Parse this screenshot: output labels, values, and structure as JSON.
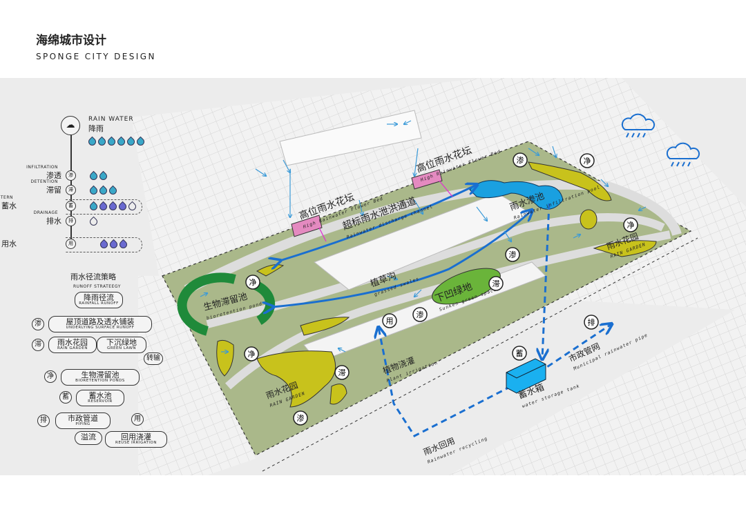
{
  "title": {
    "cn": "海绵城市设计",
    "en": "SPONGE CITY DESIGN"
  },
  "colors": {
    "water_blue": "#1a8ad4",
    "pool_cyan": "#1aa0e0",
    "rain_garden": "#c8c21c",
    "bio_pond": "#1f8a3a",
    "sunken_green": "#6ab43a",
    "flower_bed": "#e48ac0",
    "site_green": "#aab88a"
  },
  "legend": {
    "rain": {
      "en": "RAIN WATER",
      "cn": "降雨",
      "drops": 6
    },
    "items": [
      {
        "en": "INFILTRATION",
        "cn": "渗透",
        "tag": "渗",
        "drops": 2
      },
      {
        "en": "DETENTION",
        "cn": "滞留",
        "tag": "滞",
        "drops": 3
      },
      {
        "en": "CISTERN",
        "cn": "蓄水",
        "tag": "蓄",
        "drops": 5
      },
      {
        "en": "DRAINAGE",
        "cn": "排水",
        "tag": "排",
        "drops": 1
      },
      {
        "en": "",
        "cn": "用水",
        "tag": "用",
        "drops": 3
      }
    ]
  },
  "strategy": {
    "title_cn": "雨水径流策略",
    "title_en": "RUNOFF STRATEEGY",
    "nodes": [
      {
        "cn": "降雨径流",
        "en": "RAINFALL RUNOFF"
      },
      {
        "cn": "屋顶道路及透水铺装",
        "en": "UNDERLYING SURFACE RUNOFF"
      },
      {
        "cn": "雨水花园",
        "en": "RAIN GARDEN"
      },
      {
        "cn": "下沉绿地",
        "en": "GREEN LAWN"
      },
      {
        "cn": "生物滞留池",
        "en": "BIORETENTION PONDS"
      },
      {
        "cn": "蓄水池",
        "en": "RESERVOIR"
      },
      {
        "cn": "市政管道",
        "en": "PIPING"
      },
      {
        "cn": "溢流",
        "en": ""
      },
      {
        "cn": "回用浇灌",
        "en": "REUSE IRRIGATION"
      }
    ],
    "tags": [
      "渗",
      "滞",
      "净",
      "蓄",
      "排",
      "用"
    ],
    "transfer": "转输"
  },
  "map": {
    "labels": [
      {
        "cn": "高位雨水花坛",
        "en": "High Rainwater Flower Bed"
      },
      {
        "cn": "高位雨水花坛",
        "en": "High Rainwater Flower Bed"
      },
      {
        "cn": "超标雨水泄洪通道",
        "en": "Rainwater discharge channel"
      },
      {
        "cn": "雨水渗池",
        "en": "Rainwater infiltration pool"
      },
      {
        "cn": "雨水花园",
        "en": "RAIN GARDEN"
      },
      {
        "cn": "植草沟",
        "en": "grassed swales"
      },
      {
        "cn": "下凹绿地",
        "en": "Sunken green space"
      },
      {
        "cn": "生物滞留池",
        "en": "bioretention pond"
      },
      {
        "cn": "雨水花园",
        "en": "RAIN GARDEN"
      },
      {
        "cn": "植物浇灌",
        "en": "Plant irrigation"
      },
      {
        "cn": "蓄水箱",
        "en": "water storage tank"
      },
      {
        "cn": "市政管网",
        "en": "Municipal rainwater pipe"
      },
      {
        "cn": "雨水回用",
        "en": "Rainwater recycling"
      }
    ],
    "tags": [
      "渗",
      "净",
      "净",
      "渗",
      "滞",
      "净",
      "用",
      "渗",
      "净",
      "滞",
      "渗",
      "蓄",
      "排"
    ]
  }
}
